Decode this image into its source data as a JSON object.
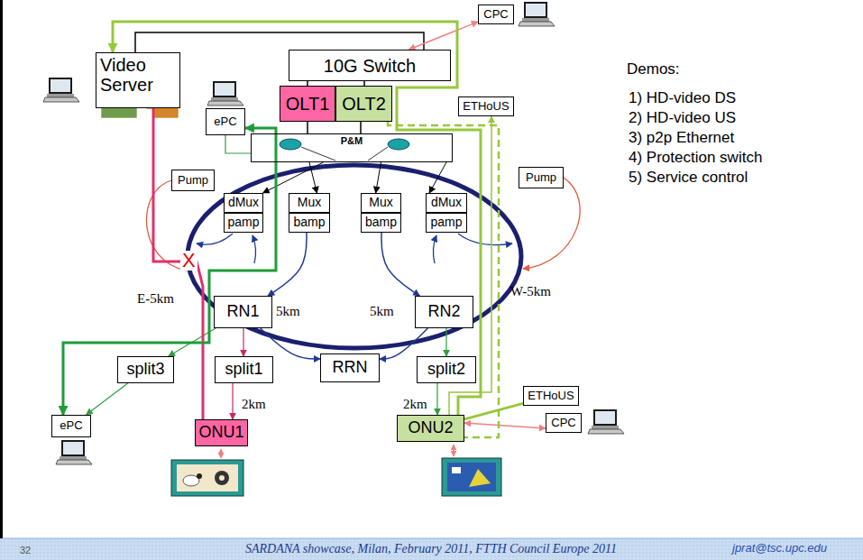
{
  "diagram": {
    "nodes": [
      {
        "text": [
          "Video Server"
        ]
      },
      {
        "text": [
          "10G Switch"
        ]
      },
      {
        "text": [
          "CPC"
        ]
      },
      {
        "text": [
          "ePC"
        ]
      },
      {
        "text": [
          "ETHoUS"
        ]
      },
      {
        "text": [
          "OLT1"
        ]
      },
      {
        "text": [
          "OLT2"
        ]
      },
      {
        "text": [
          "P&M"
        ]
      },
      {
        "text": [
          "Pump"
        ]
      },
      {
        "text": [
          "Pump"
        ]
      },
      {
        "text": [
          "dMux"
        ]
      },
      {
        "text": [
          "Mux"
        ]
      },
      {
        "text": [
          "Mux"
        ]
      },
      {
        "text": [
          "dMux"
        ]
      },
      {
        "text": [
          "pamp"
        ]
      },
      {
        "text": [
          "bamp"
        ]
      },
      {
        "text": [
          "bamp"
        ]
      },
      {
        "text": [
          "pamp"
        ]
      },
      {
        "text": [
          "RN1"
        ]
      },
      {
        "text": [
          "RN2"
        ]
      },
      {
        "text": [
          "RRN"
        ]
      },
      {
        "text": [
          "split3"
        ]
      },
      {
        "text": [
          "split1"
        ]
      },
      {
        "text": [
          "split2"
        ]
      },
      {
        "text": [
          "ePC"
        ]
      },
      {
        "text": [
          "ONU1"
        ]
      },
      {
        "text": [
          "ONU2"
        ]
      },
      {
        "text": [
          "ETHoUS"
        ]
      },
      {
        "text": [
          "CPC"
        ]
      }
    ],
    "edges": [
      {
        "from": 0,
        "to": 1,
        "arrow": "none"
      },
      {
        "from": 2,
        "to": 1,
        "arrow": "both"
      },
      {
        "from": 1,
        "to": 5,
        "arrow": "none"
      },
      {
        "from": 1,
        "to": 6,
        "arrow": "none"
      },
      {
        "from": 5,
        "to": 7,
        "arrow": "none"
      },
      {
        "from": 6,
        "to": 7,
        "arrow": "none"
      },
      {
        "from": 7,
        "to": 10,
        "arrow": "to"
      },
      {
        "from": 7,
        "to": 11,
        "arrow": "to"
      },
      {
        "from": 7,
        "to": 12,
        "arrow": "to"
      },
      {
        "from": 7,
        "to": 13,
        "arrow": "to"
      },
      {
        "from": 3,
        "to": 7,
        "arrow": "none"
      },
      {
        "from": 15,
        "to": 18,
        "arrow": "to"
      },
      {
        "from": 16,
        "to": 19,
        "arrow": "to"
      },
      {
        "from": 18,
        "to": 20,
        "arrow": "to"
      },
      {
        "from": 19,
        "to": 20,
        "arrow": "to"
      },
      {
        "from": 18,
        "to": 21,
        "arrow": "to"
      },
      {
        "from": 18,
        "to": 22,
        "arrow": "to"
      },
      {
        "from": 19,
        "to": 23,
        "arrow": "to"
      },
      {
        "from": 21,
        "to": 24,
        "arrow": "to"
      },
      {
        "from": 22,
        "to": 25,
        "arrow": "to"
      },
      {
        "from": 23,
        "to": 26,
        "arrow": "to"
      },
      {
        "from": 28,
        "to": 26,
        "arrow": "both"
      },
      {
        "from": 26,
        "to": 27,
        "arrow": "none"
      },
      {
        "from": 0,
        "to": 25,
        "arrow": "none"
      },
      {
        "from": 3,
        "to": 24,
        "arrow": "both"
      },
      {
        "from": 26,
        "to": 0,
        "arrow": "to"
      },
      {
        "from": 26,
        "to": 4,
        "arrow": "to"
      },
      {
        "from": 6,
        "to": 26,
        "arrow": "none"
      }
    ],
    "labels": [
      "Demos:",
      "1) HD-video DS",
      "2) HD-video US",
      "3) p2p Ethernet",
      "4) Protection switch",
      "5) Service control",
      "E-5km",
      "W-5km",
      "5km",
      "5km",
      "2km",
      "2km",
      "X",
      "32",
      "SARDANA showcase, Milan, February 2011, FTTH Council Europe 2011",
      "jprat@tsc.upc.edu"
    ]
  }
}
